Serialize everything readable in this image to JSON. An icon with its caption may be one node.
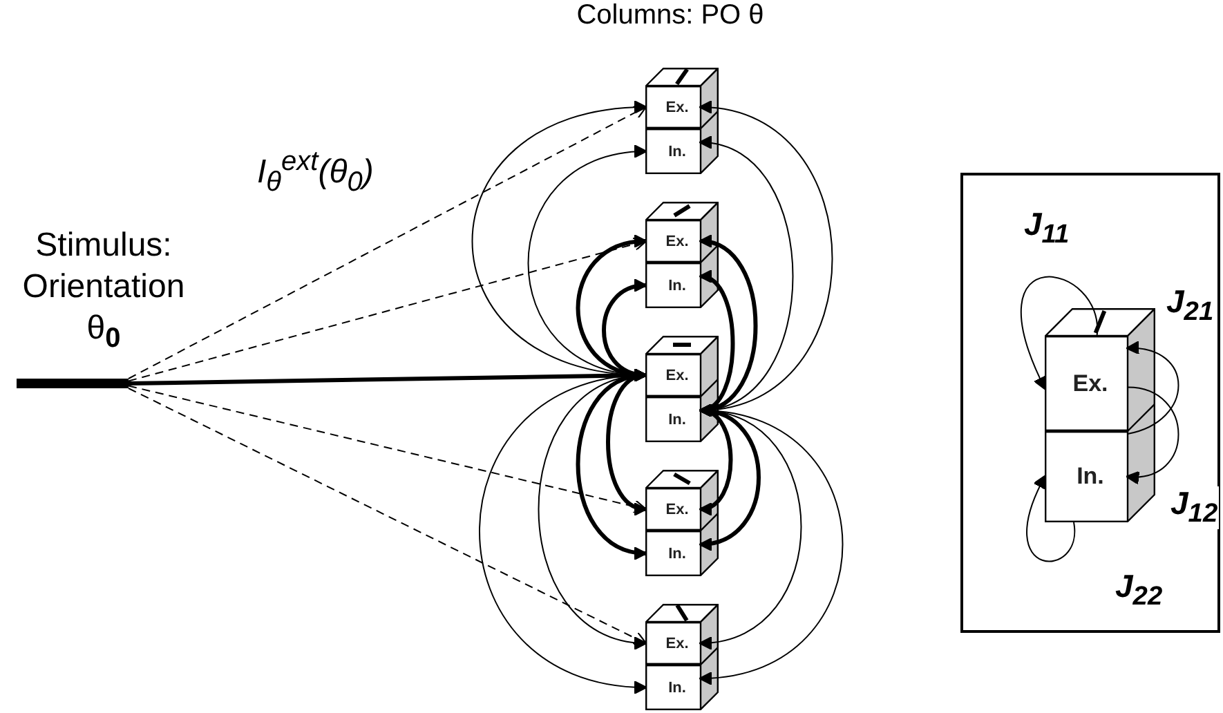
{
  "diagram": {
    "title": "Columns: PO θ",
    "nodes": [
      {
        "text": [],
        "shape": "bar",
        "beside": [
          "Stimulus: Orientation θ$_{0}$"
        ]
      },
      {
        "text": [],
        "shape": "box"
      },
      {
        "text": [
          "Ex."
        ],
        "in": 1
      },
      {
        "text": [
          "In."
        ],
        "in": 1
      },
      {
        "text": [],
        "shape": "box"
      },
      {
        "text": [
          "Ex."
        ],
        "in": 4
      },
      {
        "text": [
          "In."
        ],
        "in": 4
      },
      {
        "text": [],
        "shape": "box"
      },
      {
        "text": [
          "Ex."
        ],
        "in": 7
      },
      {
        "text": [
          "In."
        ],
        "in": 7
      },
      {
        "text": [],
        "shape": "box"
      },
      {
        "text": [
          "Ex."
        ],
        "in": 10
      },
      {
        "text": [
          "In."
        ],
        "in": 10
      },
      {
        "text": [],
        "shape": "box"
      },
      {
        "text": [
          "Ex."
        ],
        "in": 13
      },
      {
        "text": [
          "In."
        ],
        "in": 13
      },
      {
        "text": [],
        "shape": "box"
      },
      {
        "text": [],
        "shape": "box",
        "in": 16
      },
      {
        "text": [
          "Ex."
        ],
        "in": 17
      },
      {
        "text": [
          "In."
        ],
        "in": 17
      }
    ],
    "edges": [
      {
        "from": 0,
        "to": 2,
        "arrow": "to",
        "style": "dashed"
      },
      {
        "from": 0,
        "to": 5,
        "arrow": "to",
        "style": "dashed"
      },
      {
        "from": 0,
        "to": 8,
        "arrow": "to",
        "style": "thick"
      },
      {
        "from": 0,
        "to": 11,
        "arrow": "to",
        "style": "dashed"
      },
      {
        "from": 0,
        "to": 14,
        "arrow": "to",
        "style": "dashed"
      },
      {
        "from": 8,
        "to": 2,
        "arrow": "both"
      },
      {
        "from": 8,
        "to": 3,
        "arrow": "both"
      },
      {
        "from": 8,
        "to": 5,
        "arrow": "both",
        "style": "thick"
      },
      {
        "from": 8,
        "to": 6,
        "arrow": "both",
        "style": "thick"
      },
      {
        "from": 8,
        "to": 11,
        "arrow": "both",
        "style": "thick"
      },
      {
        "from": 8,
        "to": 12,
        "arrow": "both",
        "style": "thick"
      },
      {
        "from": 8,
        "to": 14,
        "arrow": "both"
      },
      {
        "from": 8,
        "to": 15,
        "arrow": "both"
      },
      {
        "from": 9,
        "to": 2,
        "arrow": "both"
      },
      {
        "from": 9,
        "to": 3,
        "arrow": "both"
      },
      {
        "from": 9,
        "to": 5,
        "arrow": "both",
        "style": "thick"
      },
      {
        "from": 9,
        "to": 6,
        "arrow": "both",
        "style": "thick"
      },
      {
        "from": 9,
        "to": 11,
        "arrow": "both",
        "style": "thick"
      },
      {
        "from": 9,
        "to": 12,
        "arrow": "both",
        "style": "thick"
      },
      {
        "from": 9,
        "to": 14,
        "arrow": "both"
      },
      {
        "from": 9,
        "to": 15,
        "arrow": "both"
      },
      {
        "from": 18,
        "to": 18,
        "arrow": "to",
        "label": "J$_{11}$"
      },
      {
        "from": 19,
        "to": 18,
        "arrow": "to",
        "label": "J$_{21}$"
      },
      {
        "from": 18,
        "to": 19,
        "arrow": "to",
        "label": "J$_{12}$"
      },
      {
        "from": 19,
        "to": 19,
        "arrow": "to",
        "label": "J$_{22}$"
      }
    ],
    "labels": [
      "I$_{θ}$$^{ext}$(θ$_{0}$)"
    ]
  }
}
